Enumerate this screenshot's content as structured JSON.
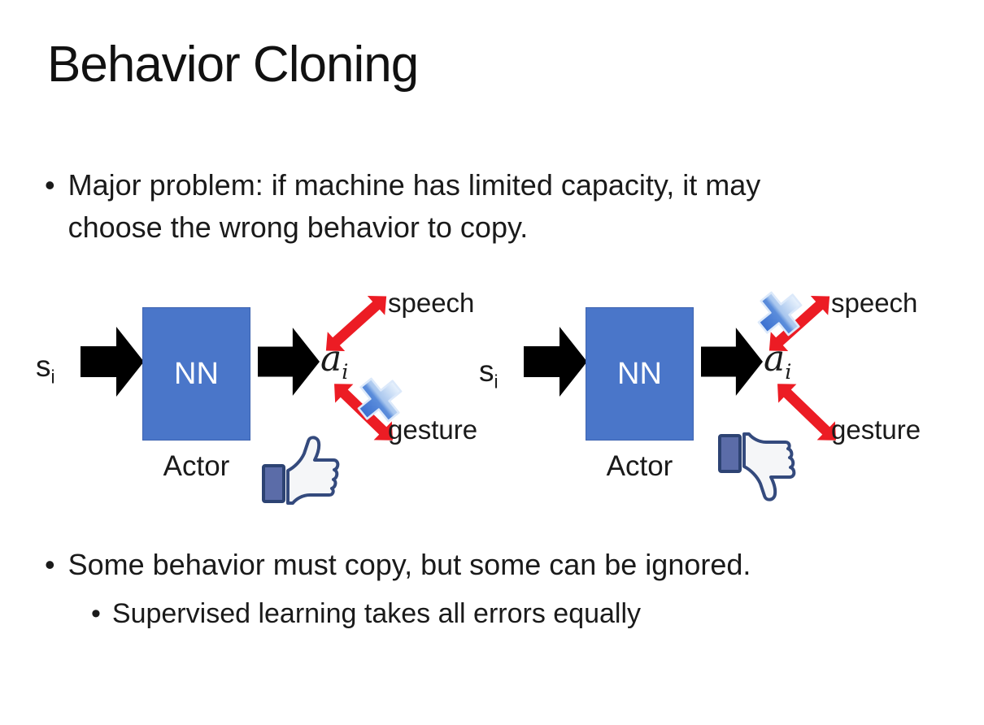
{
  "slide_title": "Behavior Cloning",
  "bullets": {
    "marker": "•",
    "major_problem": "Major problem: if machine has limited capacity, it may choose the wrong behavior to copy.",
    "some_behavior": "Some behavior must copy, but some can be ignored.",
    "supervised": "Supervised learning takes all errors equally"
  },
  "diagram_labels": {
    "state_base": "s",
    "state_sub": "i",
    "action_base": "â",
    "action_sub": "i",
    "nn": "NN",
    "actor": "Actor",
    "speech": "speech",
    "gesture": "gesture"
  },
  "diagrams": [
    {
      "position": "left",
      "feedback_icon": "thumbs-up",
      "crossed_out": "gesture"
    },
    {
      "position": "right",
      "feedback_icon": "thumbs-down",
      "crossed_out": "speech"
    }
  ],
  "colors": {
    "nn_box": "#4a76c9",
    "block_arrow": "#000000",
    "relation_arrow": "#ec1c24",
    "cross_icon": "#4a7fd6",
    "thumb_outline": "#344a7d",
    "thumb_cuff": "#5b6ca8",
    "text": "#1a1a1a"
  }
}
